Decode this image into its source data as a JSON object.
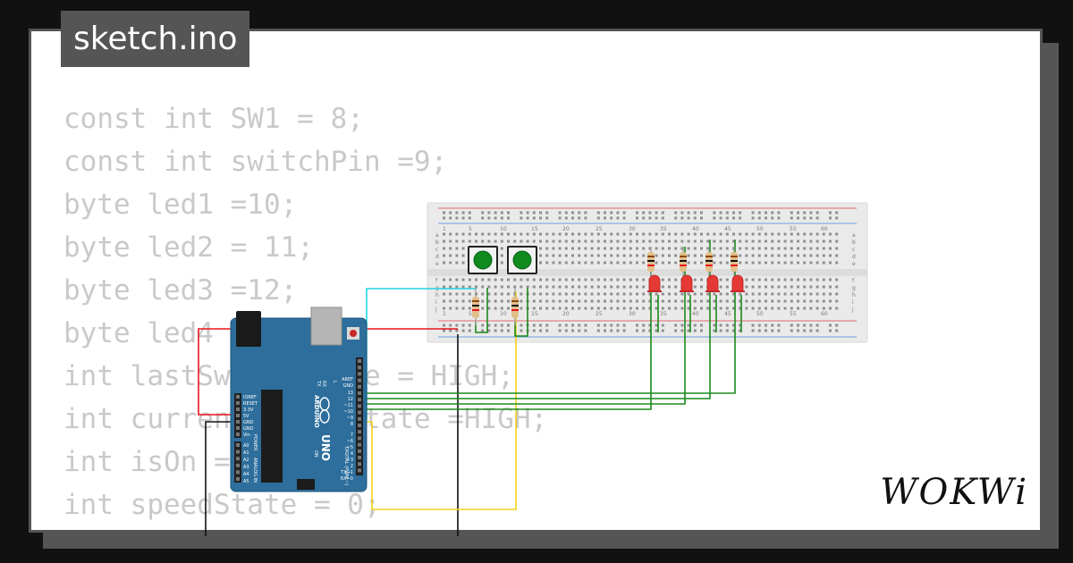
{
  "file": {
    "title": "sketch.ino"
  },
  "code": {
    "lines": [
      "const int SW1 = 8;",
      "const int switchPin =9;",
      "byte led1 =10;",
      "byte led2 = 11;",
      "byte led3 =12;",
      "byte led4 =13;",
      "int lastSwitchState = HIGH;",
      "int currentSwitchState =HIGH;",
      "int isOn = 0;",
      "int speedState = 0;"
    ]
  },
  "brand": {
    "name": "WOKWi"
  },
  "arduino": {
    "model": "UNO",
    "brand": "ARDUINO",
    "power_header_labels": [
      "IOREF",
      "RESET",
      "3.3V",
      "5V",
      "GND",
      "GND",
      "Vin"
    ],
    "analog_labels": [
      "A0",
      "A1",
      "A2",
      "A3",
      "A4",
      "A5"
    ],
    "digital_labels": [
      "AREF",
      "GND",
      "13",
      "12",
      "~11",
      "~10",
      "~9",
      "8",
      "7",
      "~6",
      "~5",
      "4",
      "~3",
      "2",
      "TX→1",
      "RX←0"
    ],
    "power_title": "POWER",
    "analog_title": "ANALOG IN",
    "digital_title": "DIGITAL (PWM ~)",
    "tx_label": "TX",
    "rx_label": "RX",
    "l_label": "L",
    "on_label": "ON"
  },
  "breadboard": {
    "column_numbers": [
      "1",
      "5",
      "10",
      "15",
      "20",
      "25",
      "30",
      "35",
      "40",
      "45",
      "50",
      "55",
      "60"
    ],
    "row_letters_top": [
      "a",
      "b",
      "c",
      "d",
      "e"
    ],
    "row_letters_bottom": [
      "f",
      "g",
      "h",
      "i",
      "j"
    ]
  },
  "colors": {
    "wire_red": "#e8141c",
    "wire_cyan": "#22d3e6",
    "wire_green": "#1b8a1b",
    "wire_yellow": "#f0d020",
    "wire_black": "#111111",
    "arduino_blue": "#2d6e9c",
    "button_green": "#0f8a1e",
    "led_red": "#e53935"
  }
}
